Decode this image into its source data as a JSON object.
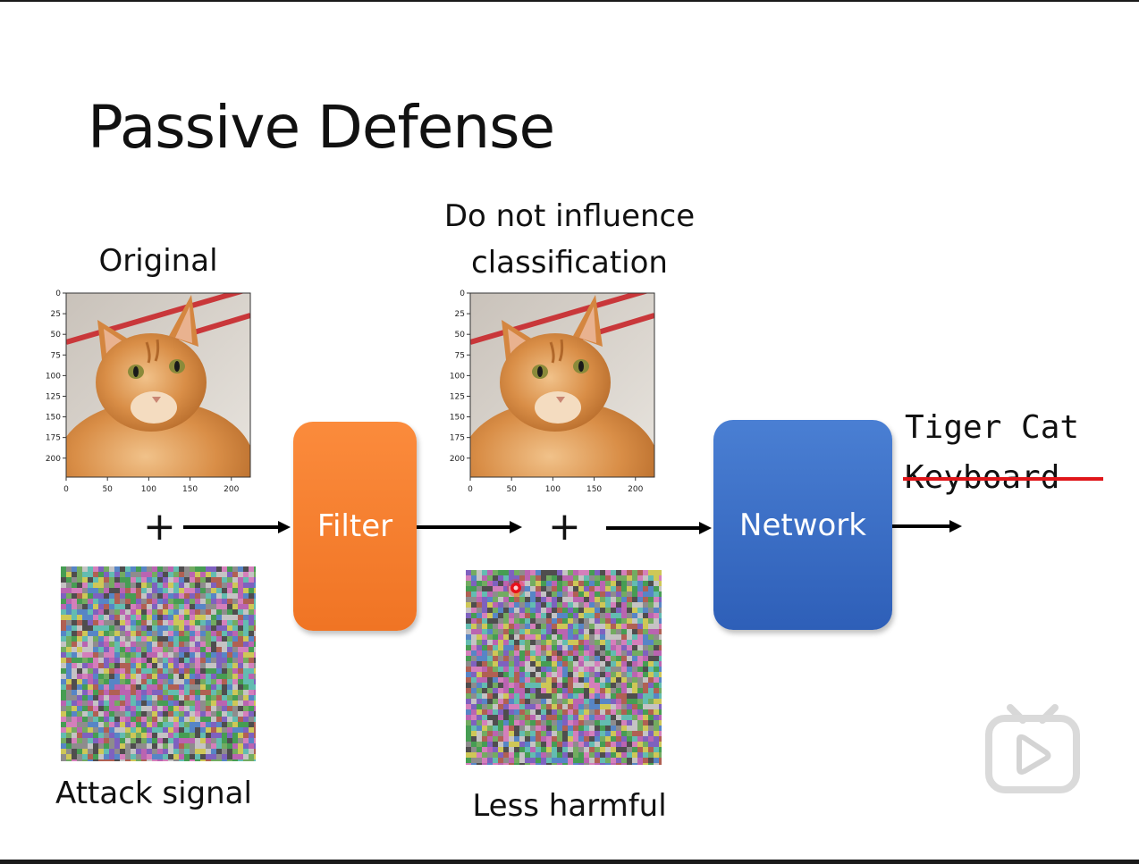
{
  "title": "Passive Defense",
  "labels": {
    "original": "Original",
    "do_not_influence_line1": "Do not influence",
    "do_not_influence_line2": "classification",
    "attack_signal": "Attack signal",
    "less_harmful": "Less harmful"
  },
  "boxes": {
    "filter": "Filter",
    "network": "Network"
  },
  "outputs": {
    "correct": "Tiger Cat",
    "wrong": "Keyboard"
  },
  "operators": {
    "plus": "+"
  },
  "plot_axes": {
    "y_ticks": [
      "0",
      "25",
      "50",
      "75",
      "100",
      "125",
      "150",
      "175",
      "200"
    ],
    "x_ticks": [
      "0",
      "50",
      "100",
      "150",
      "200"
    ]
  },
  "colors": {
    "filter": "#f47a2a",
    "network": "#3a6ec6",
    "strike": "#e0161a"
  },
  "icons": {
    "watermark": "bilibili-play-icon"
  }
}
